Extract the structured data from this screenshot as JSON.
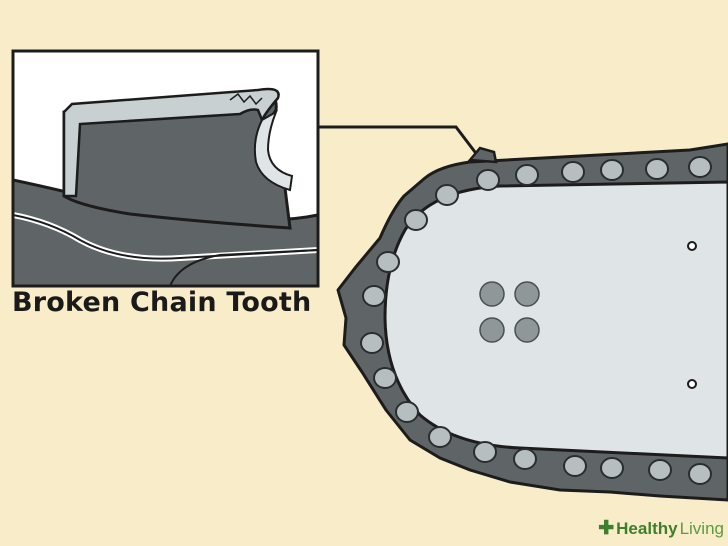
{
  "callout": {
    "caption": "Broken Chain Tooth"
  },
  "watermark": {
    "brand_bold": "Healthy",
    "brand_light": "Living",
    "icon": "plus-cross-icon"
  },
  "colors": {
    "background": "#f8ecc9",
    "chain": "#5f6567",
    "bar": "#dfe4e6",
    "outline": "#1c1c1c",
    "brand_green": "#3d7f2a"
  }
}
